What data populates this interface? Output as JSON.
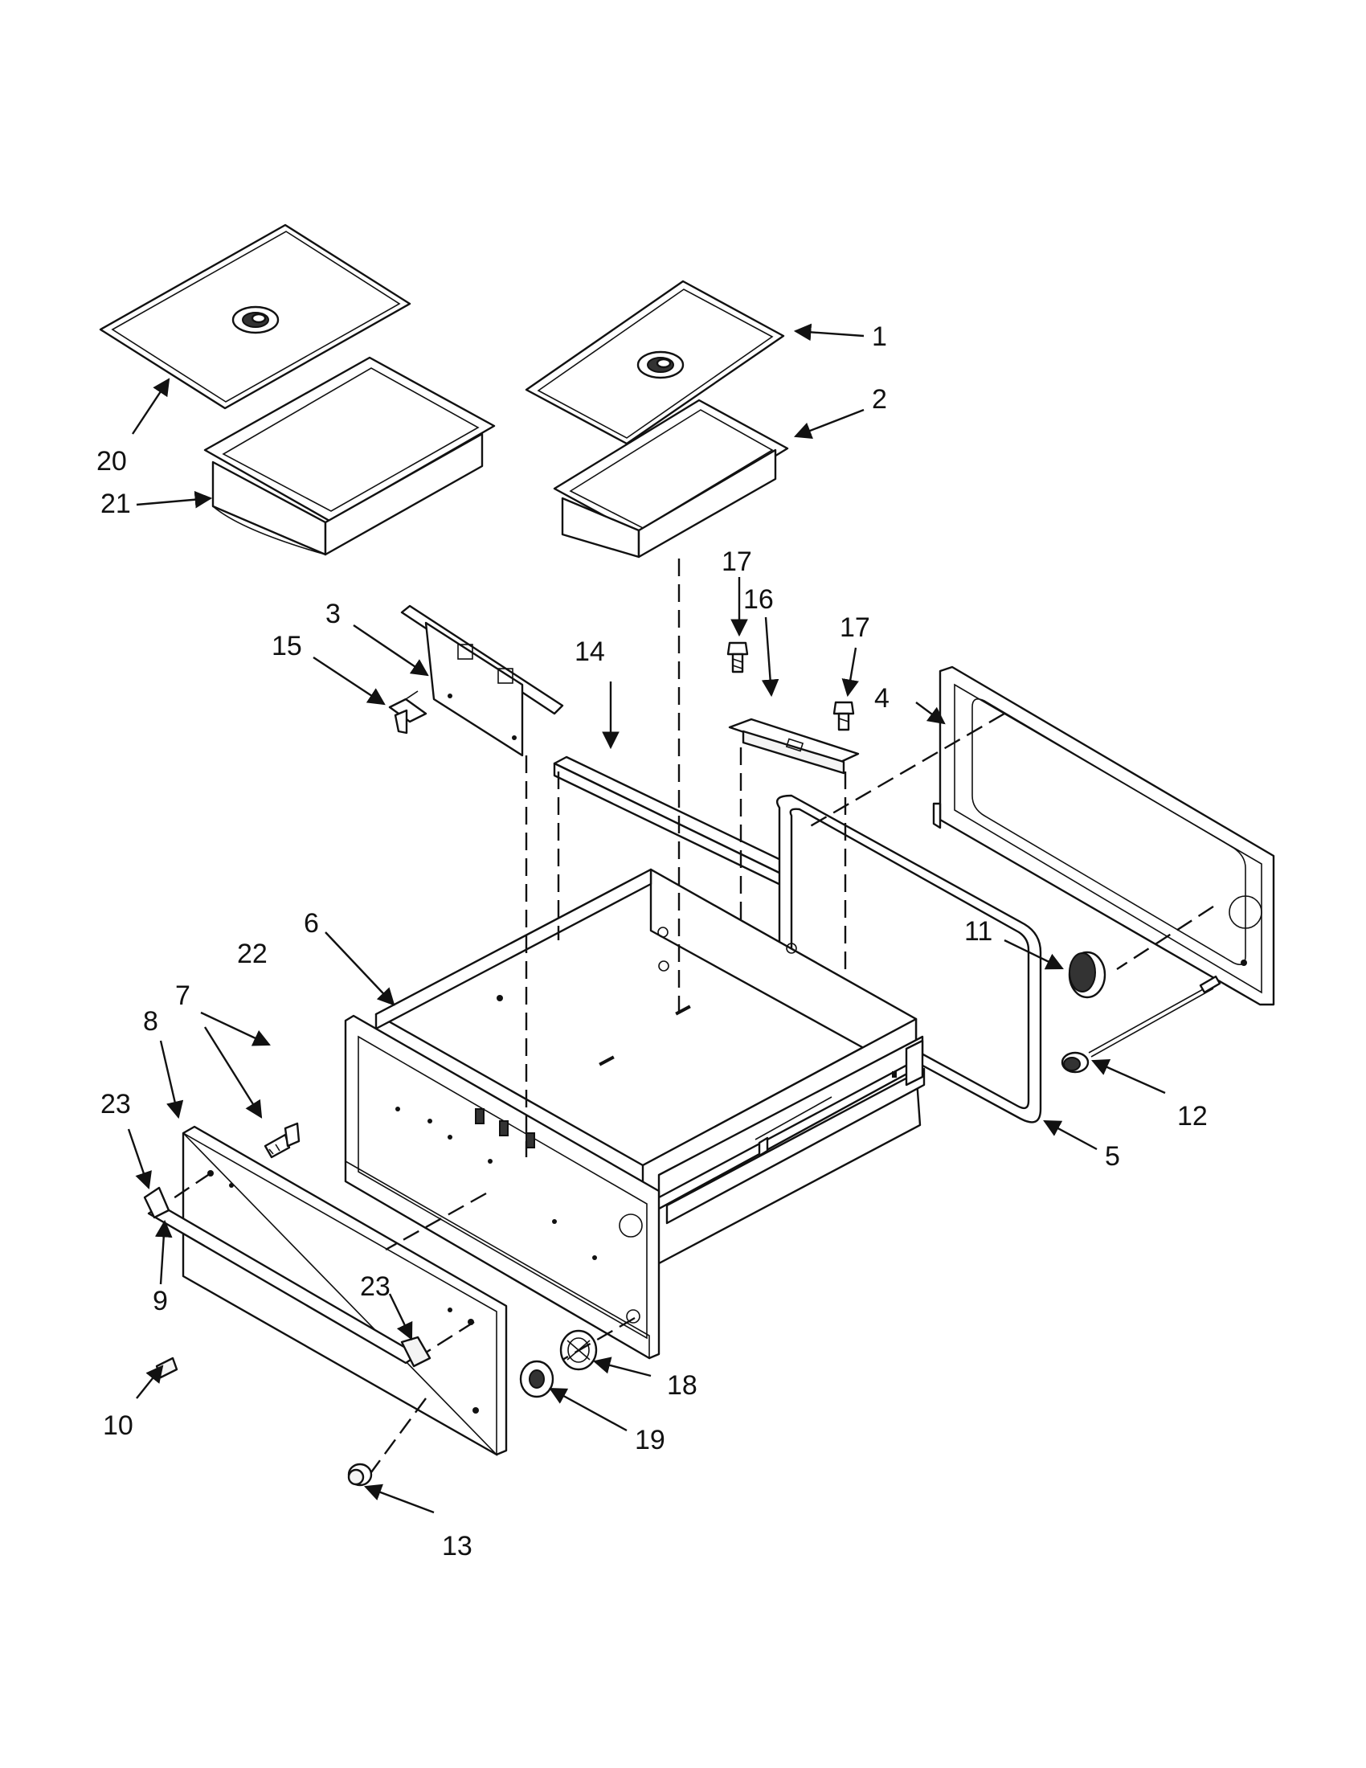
{
  "callouts": {
    "c1": "1",
    "c2": "2",
    "c3": "3",
    "c4": "4",
    "c5": "5",
    "c6": "6",
    "c7": "7",
    "c8": "8",
    "c9": "9",
    "c10": "10",
    "c11": "11",
    "c12": "12",
    "c13": "13",
    "c14": "14",
    "c15": "15",
    "c16": "16",
    "c17a": "17",
    "c17b": "17",
    "c18": "18",
    "c19": "19",
    "c20": "20",
    "c21": "21",
    "c22": "22",
    "c23a": "23",
    "c23b": "23"
  }
}
